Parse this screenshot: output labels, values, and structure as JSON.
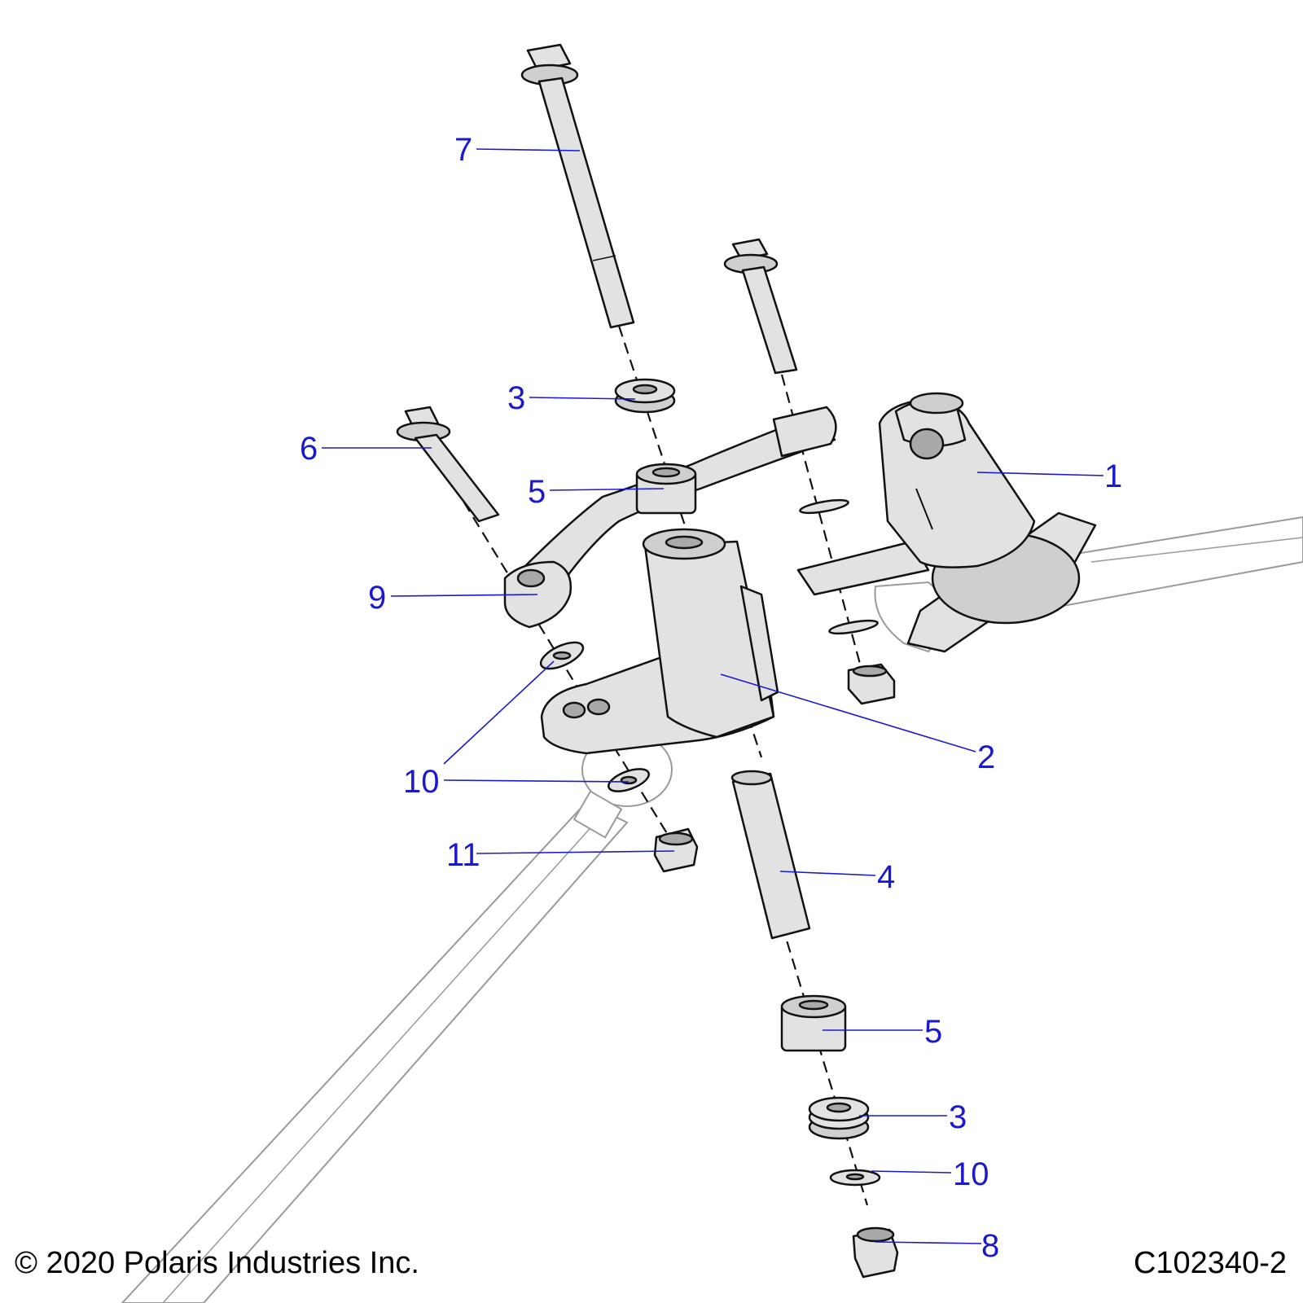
{
  "callouts": [
    {
      "id": "c1",
      "label": "1"
    },
    {
      "id": "c2",
      "label": "2"
    },
    {
      "id": "c3a",
      "label": "3"
    },
    {
      "id": "c3b",
      "label": "3"
    },
    {
      "id": "c4",
      "label": "4"
    },
    {
      "id": "c5a",
      "label": "5"
    },
    {
      "id": "c5b",
      "label": "5"
    },
    {
      "id": "c6",
      "label": "6"
    },
    {
      "id": "c7",
      "label": "7"
    },
    {
      "id": "c8",
      "label": "8"
    },
    {
      "id": "c9",
      "label": "9"
    },
    {
      "id": "c10a",
      "label": "10"
    },
    {
      "id": "c10b",
      "label": "10"
    },
    {
      "id": "c11",
      "label": "11"
    }
  ],
  "footer": {
    "copyright": "© 2020 Polaris Industries Inc.",
    "figure_id": "C102340-2"
  },
  "colors": {
    "callout": "#1a1acc",
    "part_fill": "#cfcfcf",
    "ghost_outline": "#9a9a9a"
  }
}
